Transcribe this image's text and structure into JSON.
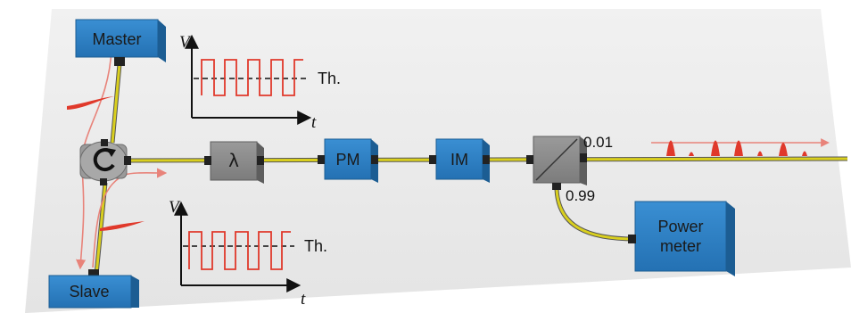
{
  "blocks": {
    "master": "Master",
    "slave": "Slave",
    "wavelength_filter": "λ",
    "phase_modulator": "PM",
    "intensity_modulator": "IM",
    "power_meter_line1": "Power",
    "power_meter_line2": "meter"
  },
  "splitter_ratios": {
    "output": "0.01",
    "tap": "0.99"
  },
  "voltage_plots": [
    {
      "y_label": "V",
      "x_label": "t",
      "threshold_label": "Th."
    },
    {
      "y_label": "V",
      "x_label": "t",
      "threshold_label": "Th."
    }
  ],
  "colors": {
    "block_blue": "#2a7bbf",
    "block_blue_dark": "#1c5d93",
    "filter_gray": "#8a8a8a",
    "fiber_yellow": "#d9cf1e",
    "signal_red": "#e0392b",
    "table_gray": "#ececec"
  },
  "icons": {
    "circulator": "circulator-icon"
  }
}
